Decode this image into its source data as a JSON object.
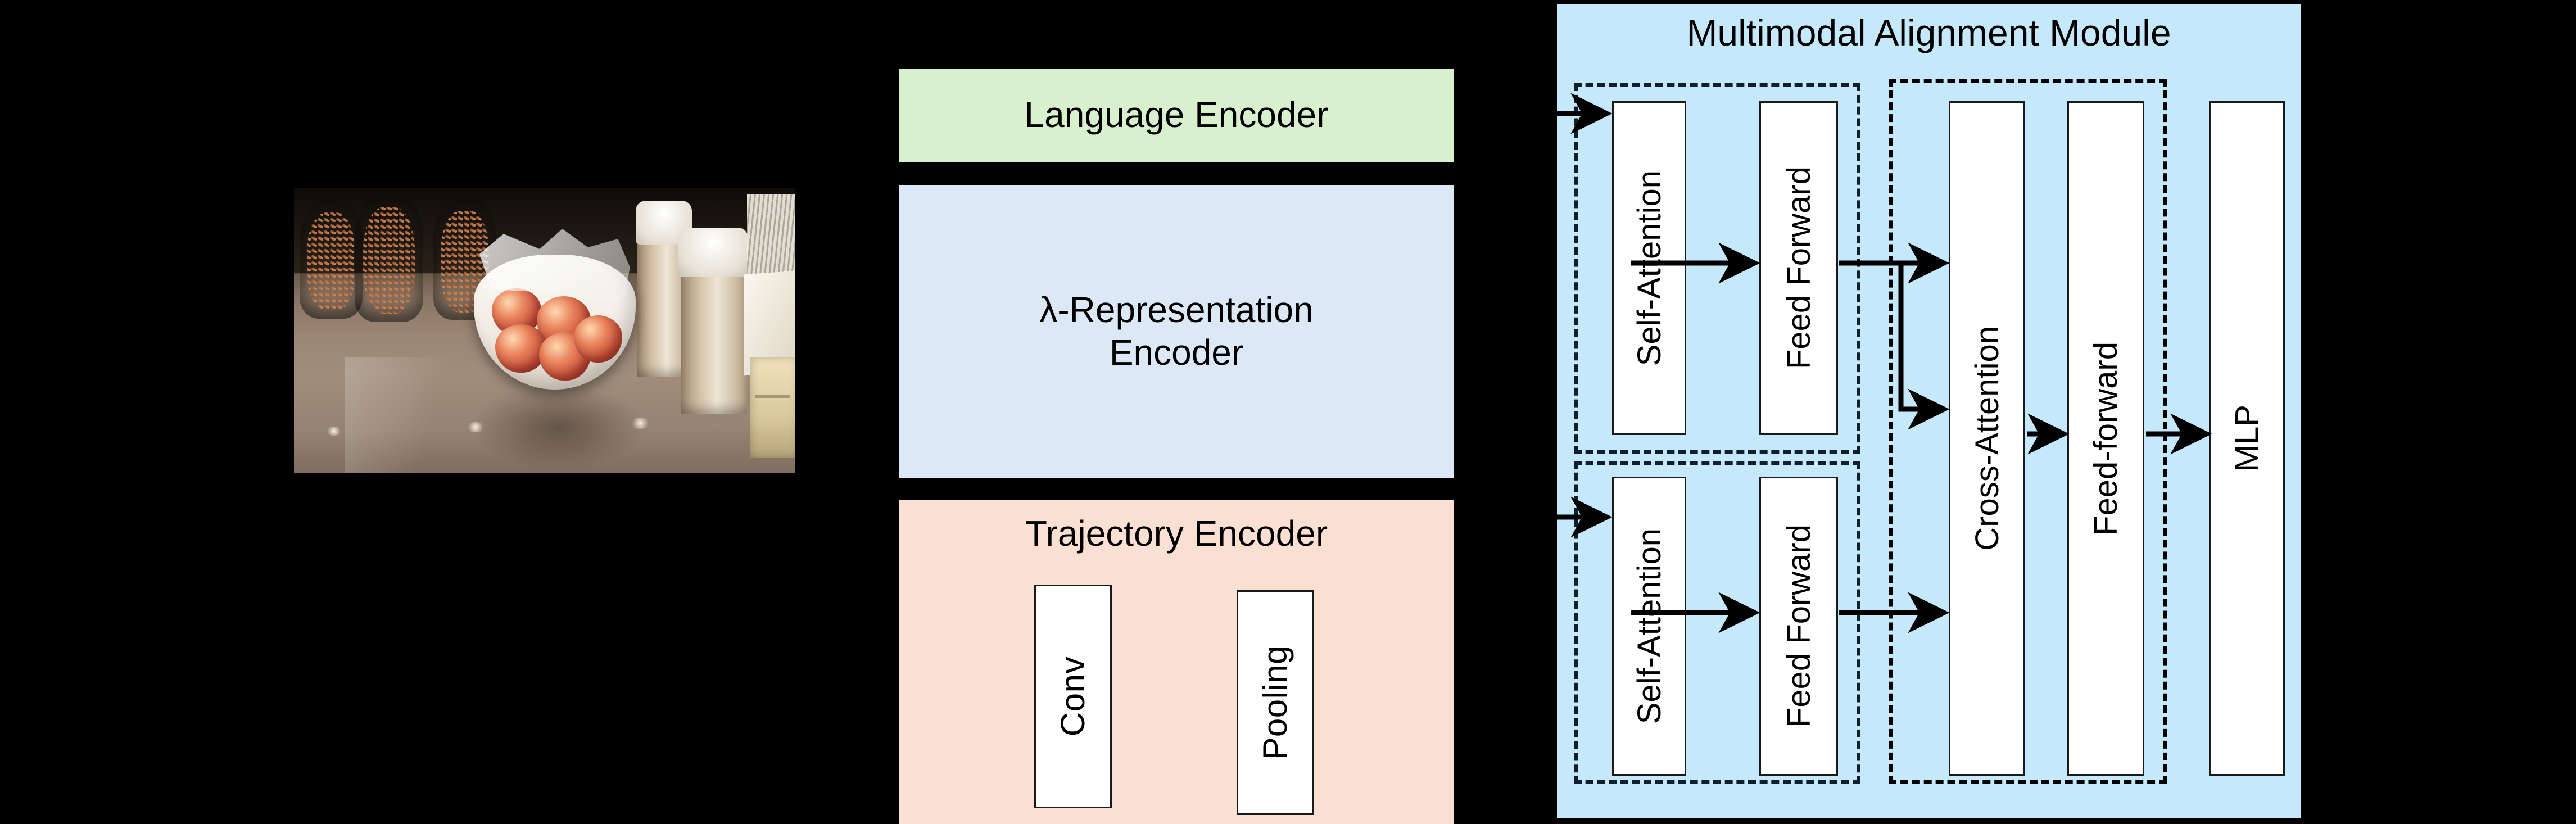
{
  "diagram": {
    "title_visible": false,
    "background_color": "#000000"
  },
  "photo": {
    "name": "scene-photograph",
    "description": "Bowl of red apples in a plastic-lined white bowl on a polished counter, with glass bean jars on the left and stacked paper cups, straws and napkins on the right",
    "alt": "kitchen counter with apples"
  },
  "encoders": {
    "language": {
      "label": "Language Encoder",
      "color": "#d8f0cd"
    },
    "lambda_representation": {
      "label_line1": "λ-Representation",
      "label_line2": "Encoder",
      "color": "#dde8f6"
    },
    "trajectory": {
      "label": "Trajectory Encoder",
      "color": "#fae0d3",
      "blocks": [
        {
          "label": "Conv"
        },
        {
          "label": "Pooling"
        }
      ]
    }
  },
  "multimodal_alignment_module": {
    "title": "Multimodal Alignment Module",
    "color": "#c5e8fa",
    "top_branch": {
      "blocks": [
        {
          "label": "Self-Attention"
        },
        {
          "label": "Feed Forward"
        }
      ]
    },
    "bottom_branch": {
      "blocks": [
        {
          "label": "Self-Attention"
        },
        {
          "label": "Feed Forward"
        }
      ]
    },
    "cross_branch": {
      "blocks": [
        {
          "label": "Cross-Attention"
        },
        {
          "label": "Feed-forward"
        }
      ]
    },
    "head": {
      "label": "MLP"
    }
  },
  "colors": {
    "canvas": "#000000",
    "green_panel": "#d8f0cd",
    "blue_panel": "#dde8f6",
    "peach_panel": "#fae0d3",
    "module_panel": "#c5e8fa",
    "box_fill": "#ffffff",
    "stroke": "#1a1a1a",
    "dashed_top": "#10202b",
    "dashed_cross": "#000000"
  }
}
